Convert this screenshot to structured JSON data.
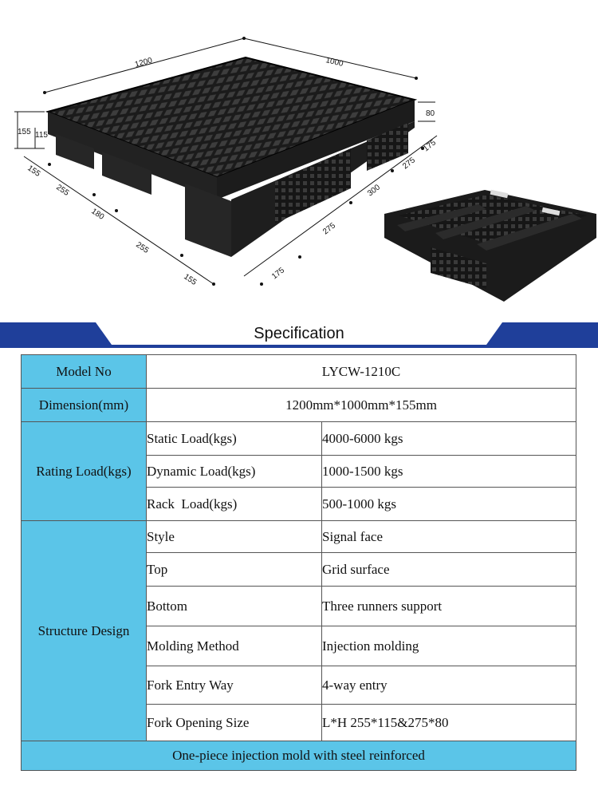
{
  "drawing": {
    "dims": {
      "length": "1200",
      "width": "1000",
      "height_total": "155",
      "height_opening": "115",
      "height_side": "80",
      "front": [
        "155",
        "255",
        "180",
        "255",
        "155"
      ],
      "side": [
        "175",
        "275",
        "300",
        "275",
        "175"
      ]
    }
  },
  "banner": {
    "title": "Specification"
  },
  "table": {
    "model": {
      "label": "Model No",
      "value": "LYCW-1210C"
    },
    "dimension": {
      "label": "Dimension(mm)",
      "value": "1200mm*1000mm*155mm"
    },
    "rating": {
      "label": "Rating Load(kgs)",
      "rows": [
        {
          "name": "Static Load(kgs)",
          "value": "4000-6000 kgs"
        },
        {
          "name": "Dynamic Load(kgs)",
          "value": "1000-1500 kgs"
        },
        {
          "name": "Rack  Load(kgs)",
          "value": "500-1000 kgs"
        }
      ]
    },
    "structure": {
      "label": "Structure Design",
      "rows": [
        {
          "name": "Style",
          "value": "Signal face"
        },
        {
          "name": "Top",
          "value": "Grid surface"
        },
        {
          "name": "Bottom",
          "value": "Three runners support"
        },
        {
          "name": "Molding Method",
          "value": "Injection molding"
        },
        {
          "name": "Fork Entry Way",
          "value": "4-way entry"
        },
        {
          "name": "Fork Opening Size",
          "value": "L*H 255*115&275*80"
        }
      ]
    },
    "footer": "One-piece injection mold with steel reinforced"
  },
  "colors": {
    "accent": "#5bc5e8",
    "banner": "#1f3f9a",
    "pallet": "#1a1a1a"
  }
}
